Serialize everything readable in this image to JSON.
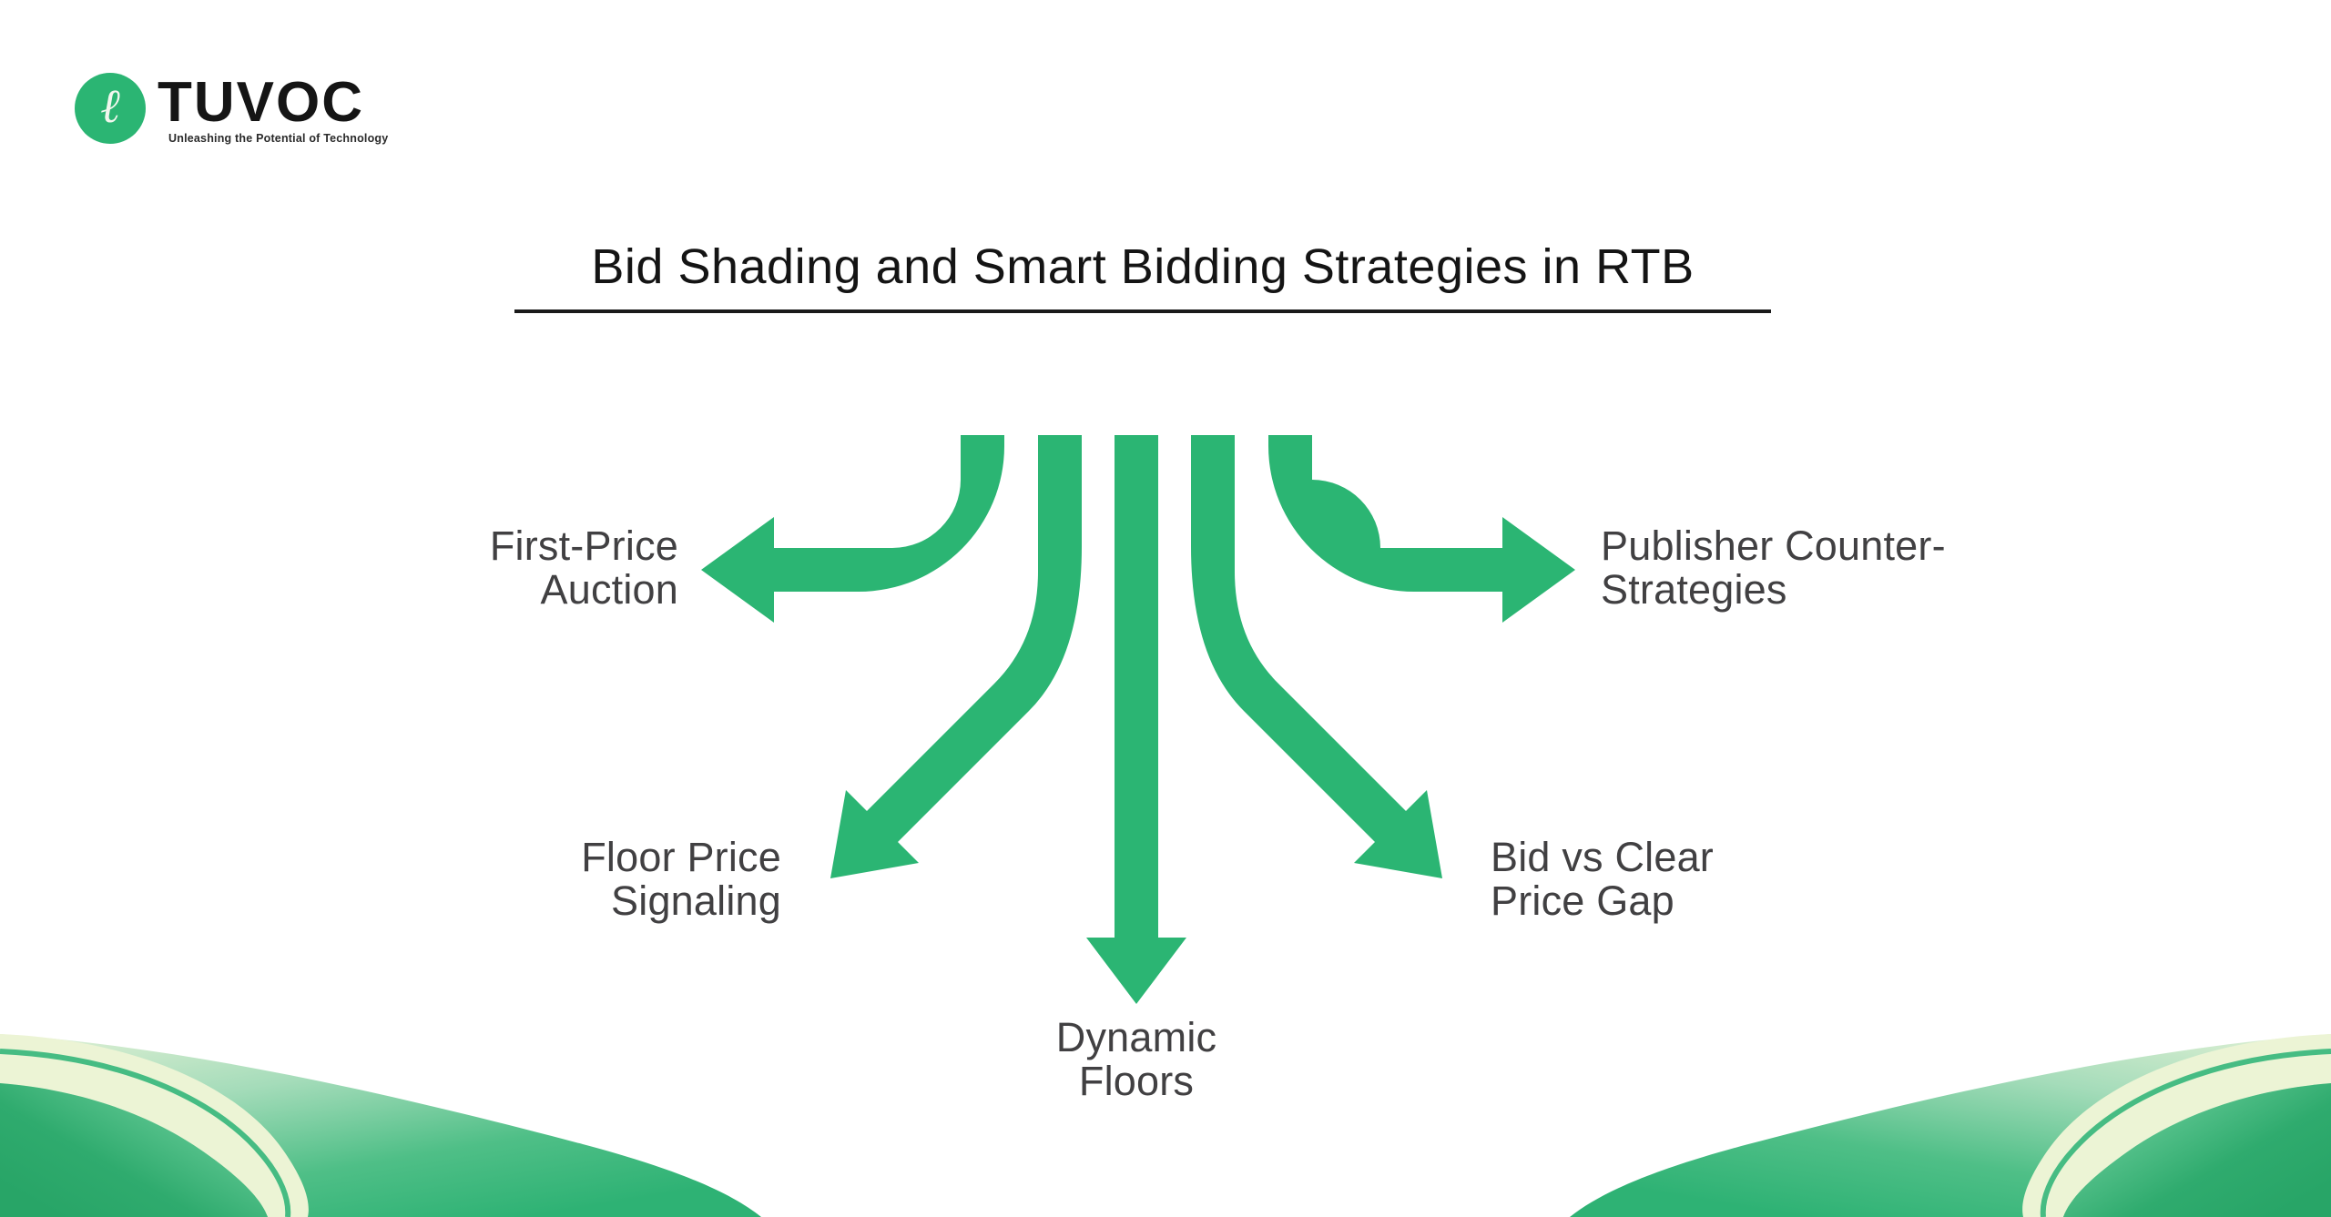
{
  "colors": {
    "accent_green": "#2BB573",
    "label_gray": "#414042",
    "title_black": "#141414"
  },
  "brand": {
    "name": "TUVOC",
    "tagline": "Unleashing the Potential of Technology",
    "logo_glyph": "ℓ"
  },
  "title": "Bid Shading and Smart Bidding Strategies in RTB",
  "diagram": {
    "branches": [
      {
        "id": "first-price-auction",
        "direction": "left",
        "lines": [
          "First-Price",
          "Auction"
        ]
      },
      {
        "id": "publisher-counter-strategies",
        "direction": "right",
        "lines": [
          "Publisher Counter-",
          "Strategies"
        ]
      },
      {
        "id": "floor-price-signaling",
        "direction": "down-left",
        "lines": [
          "Floor Price",
          "Signaling"
        ]
      },
      {
        "id": "bid-vs-clear-price-gap",
        "direction": "down-right",
        "lines": [
          "Bid vs Clear",
          "Price Gap"
        ]
      },
      {
        "id": "dynamic-floors",
        "direction": "down",
        "lines": [
          "Dynamic",
          "Floors"
        ]
      }
    ]
  }
}
